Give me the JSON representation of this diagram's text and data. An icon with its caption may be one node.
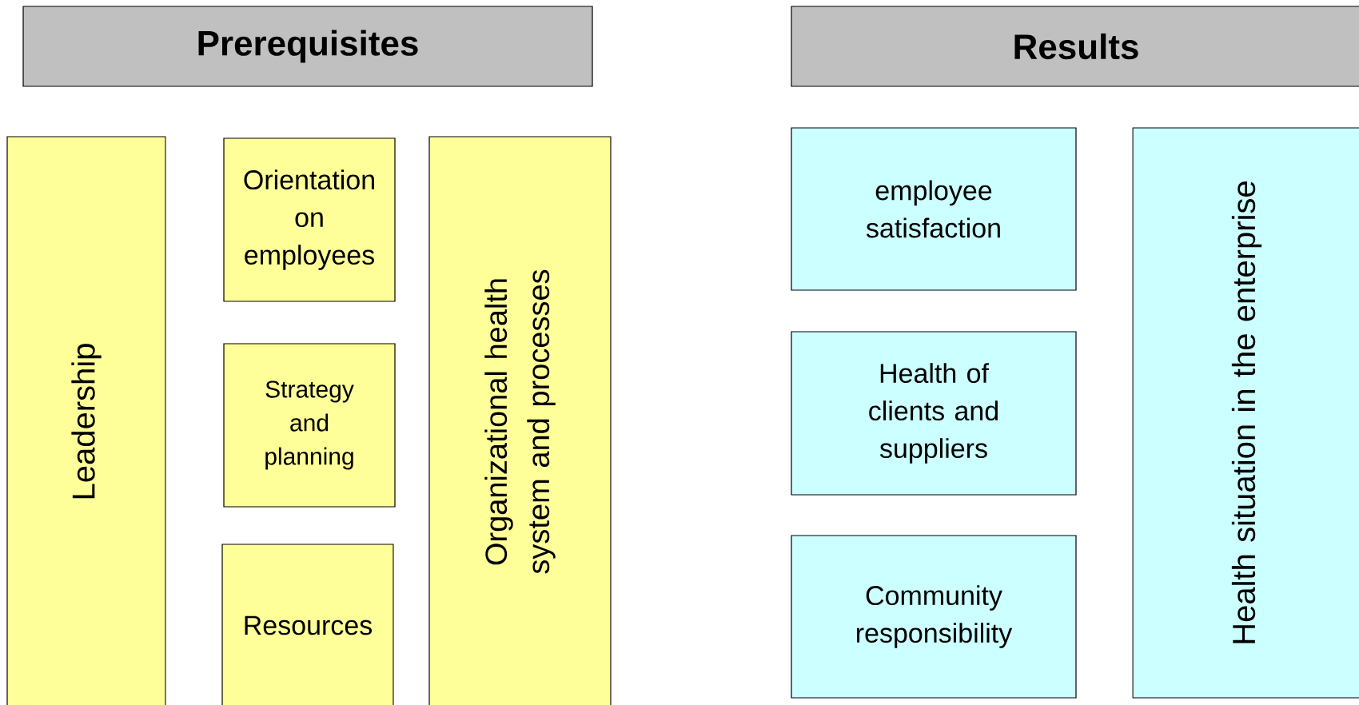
{
  "diagram": {
    "nodes": [
      {
        "text": [
          "Prerequisites"
        ]
      },
      {
        "text": [
          "Leadership"
        ]
      },
      {
        "text": [
          "Orientation on employees"
        ]
      },
      {
        "text": [
          "Strategy and planning"
        ]
      },
      {
        "text": [
          "Resources"
        ]
      },
      {
        "text": [
          "Organizational health system and processes"
        ]
      },
      {
        "text": [
          "Results"
        ]
      },
      {
        "text": [
          "employee satisfaction"
        ]
      },
      {
        "text": [
          "Health of clients and suppliers"
        ]
      },
      {
        "text": [
          "Community responsibility"
        ]
      },
      {
        "text": [
          "Health situation in the enterprise"
        ]
      }
    ]
  }
}
